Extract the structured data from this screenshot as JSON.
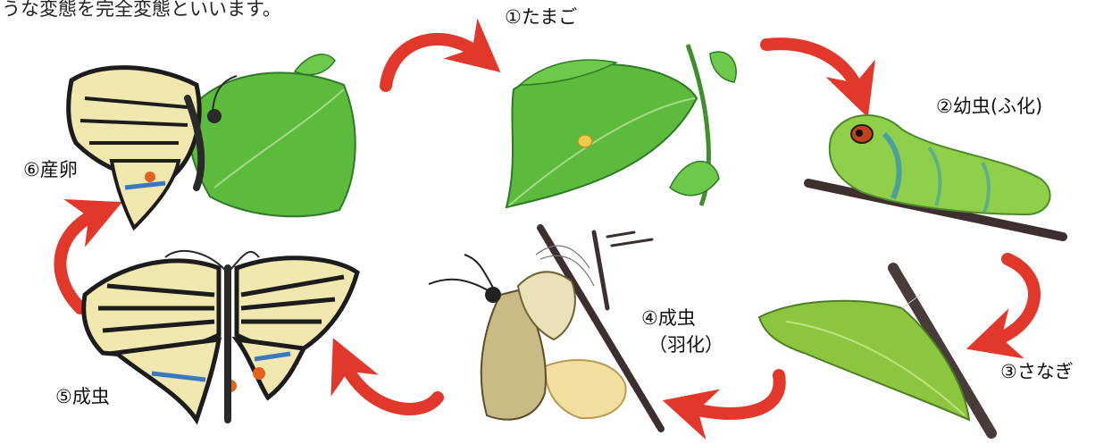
{
  "intro_text": "うな変態を完全変態といいます。",
  "stages": {
    "egg": "①たまご",
    "larva": "②幼虫(ふ化)",
    "pupa": "③さなぎ",
    "emergence_line1": "④成虫",
    "emergence_line2": "（羽化）",
    "adult": "⑤成虫",
    "oviposition": "⑥産卵"
  },
  "colors": {
    "arrow": "#e2382b",
    "leaf": "#5cbb3c",
    "leaf_dark": "#2f8a2a",
    "branch": "#4a3b3b",
    "wing_cream": "#f1e8b0",
    "wing_black": "#1c1c1c",
    "caterpillar": "#8fcf4a",
    "chrysalis": "#8cc63e"
  },
  "icons": [
    "red-curved-arrow-icon",
    "leaf-icon",
    "egg-icon",
    "caterpillar-icon",
    "chrysalis-icon",
    "butterfly-icon",
    "branch-icon"
  ]
}
